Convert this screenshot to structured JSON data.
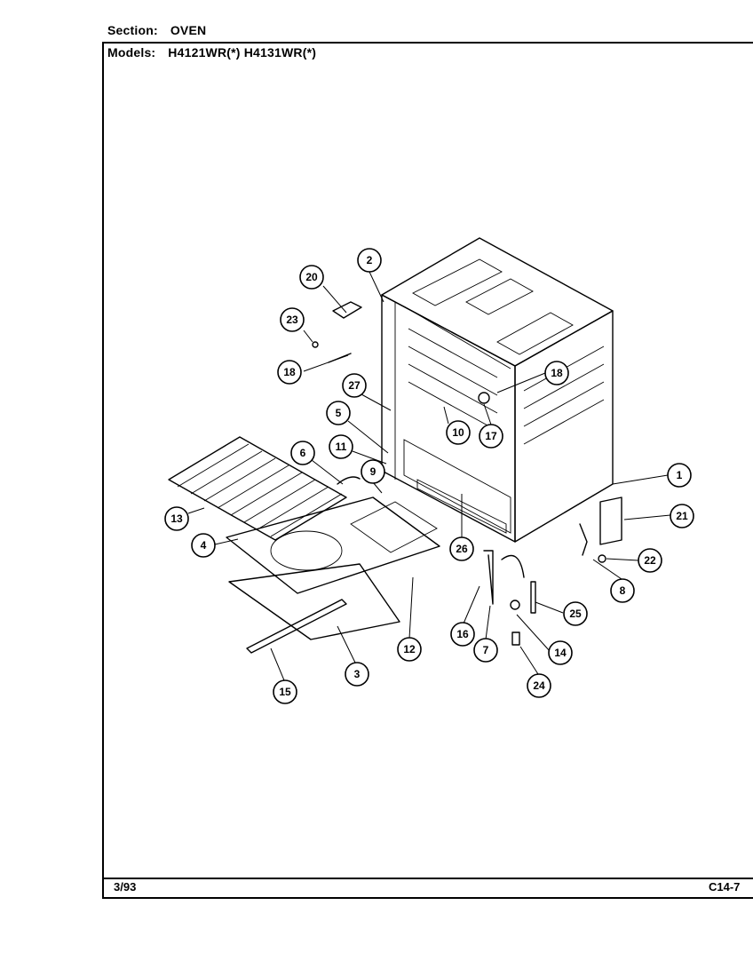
{
  "header": {
    "section_label": "Section:",
    "section_value": "OVEN",
    "models_label": "Models:",
    "models_value": "H4121WR(*)  H4131WR(*)"
  },
  "footer": {
    "date": "3/93",
    "page": "C14-7"
  },
  "callouts": [
    "1",
    "2",
    "3",
    "4",
    "5",
    "6",
    "7",
    "8",
    "9",
    "10",
    "11",
    "12",
    "13",
    "14",
    "15",
    "16",
    "17",
    "18",
    "18",
    "20",
    "21",
    "22",
    "23",
    "24",
    "25",
    "26",
    "27"
  ]
}
